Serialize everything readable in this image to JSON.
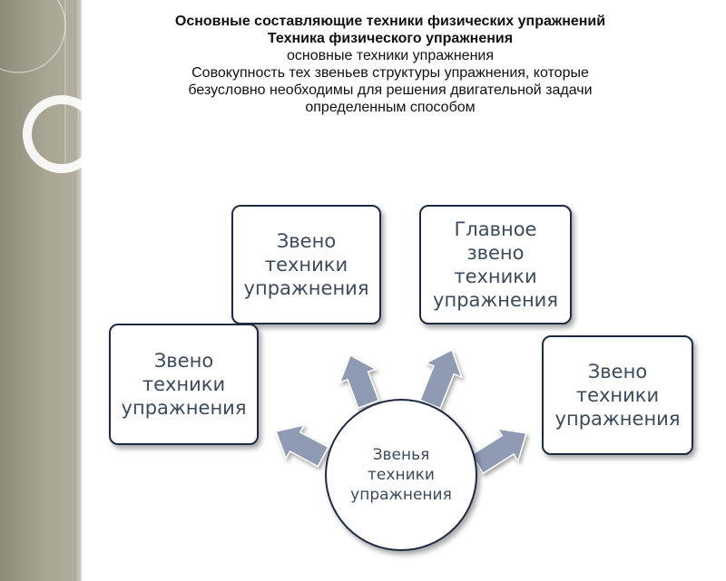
{
  "header": {
    "line1": "Основные составляющие техники физических упражнений",
    "line2": "Техника физического упражнения",
    "line3": "основные техники упражнения",
    "line4": "Совокупность тех звеньев структуры упражнения, которые",
    "line5": "безусловно необходимы для решения двигательной задачи",
    "line6": "определенным способом"
  },
  "diagram": {
    "center": "Звенья\nтехники\nупражнения",
    "nodes": {
      "top_left": "Звено\nтехники\nупражнения",
      "top_right": "Главное\nзвено\nтехники\nупражнения",
      "left": "Звено\nтехники\nупражнения",
      "right": "Звено\nтехники\nупражнения"
    }
  },
  "colors": {
    "box_border": "#1f2a44",
    "box_text": "#3c4a5c",
    "arrow_fill": "#8f9bb3",
    "side_panel": "#a8a593"
  }
}
